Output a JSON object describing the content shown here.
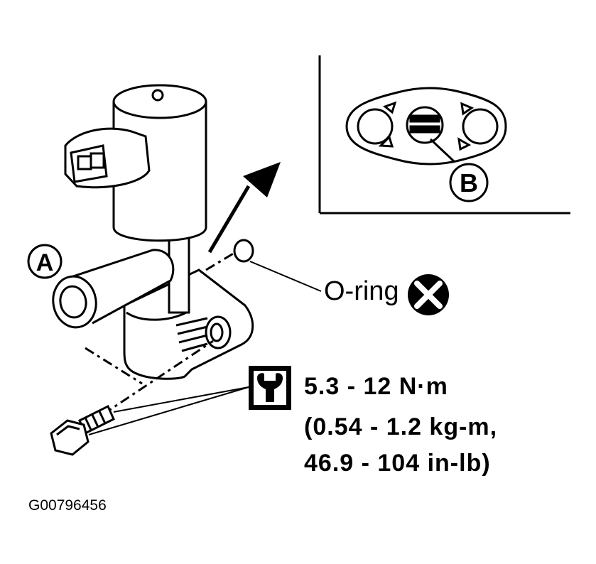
{
  "labels": {
    "callout_a": "A",
    "callout_b": "B",
    "oring": "O-ring",
    "figure_id": "G00796456"
  },
  "torque_spec": {
    "line1": "5.3 - 12 N·m",
    "line2": "(0.54 - 1.2 kg-m,",
    "line3": "46.9 - 104 in-lb)"
  },
  "icons": {
    "torque": "torque-wrench-icon",
    "do_not_reuse": "x-circle-icon"
  },
  "colors": {
    "ink": "#000000",
    "paper": "#ffffff"
  }
}
